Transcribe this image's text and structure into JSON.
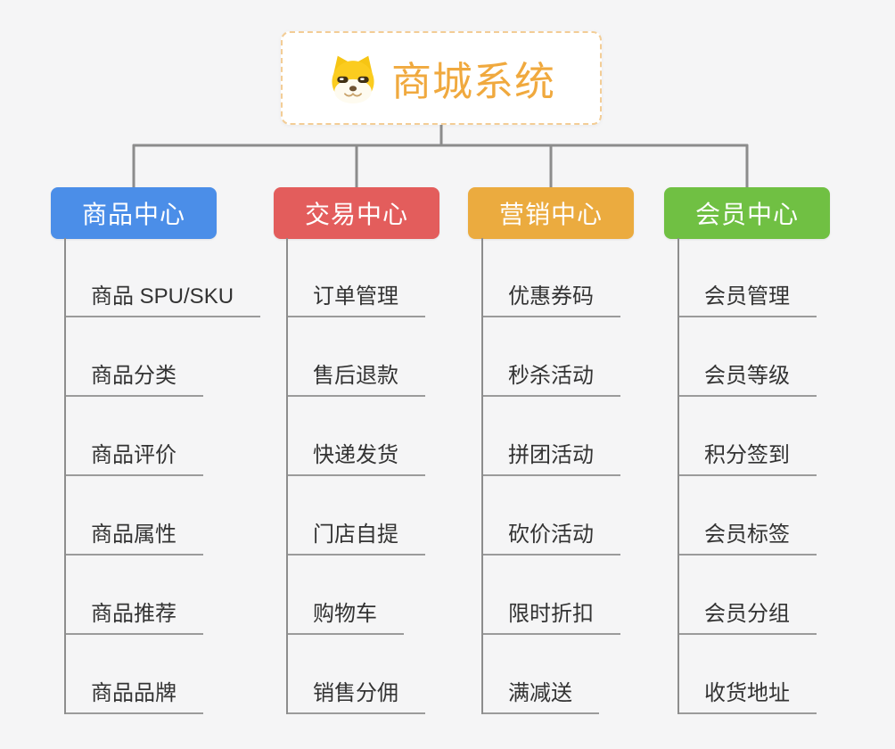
{
  "root": {
    "title": "商城系统",
    "icon": "doge-icon"
  },
  "palette": {
    "root_accent": "#f0a93e",
    "root_border": "#f3cd96",
    "connector_gray": "#8c8c8c",
    "item_underline_gray": "#9b9b9b",
    "item_text": "#333333",
    "background": "#f5f5f6"
  },
  "branches": [
    {
      "label": "商品中心",
      "color": "#4b8ee8",
      "items": [
        "商品 SPU/SKU",
        "商品分类",
        "商品评价",
        "商品属性",
        "商品推荐",
        "商品品牌"
      ]
    },
    {
      "label": "交易中心",
      "color": "#e35d5c",
      "items": [
        "订单管理",
        "售后退款",
        "快递发货",
        "门店自提",
        "购物车",
        "销售分佣"
      ]
    },
    {
      "label": "营销中心",
      "color": "#ebab3f",
      "items": [
        "优惠券码",
        "秒杀活动",
        "拼团活动",
        "砍价活动",
        "限时折扣",
        "满减送"
      ]
    },
    {
      "label": "会员中心",
      "color": "#70c043",
      "items": [
        "会员管理",
        "会员等级",
        "积分签到",
        "会员标签",
        "会员分组",
        "收货地址"
      ]
    }
  ]
}
